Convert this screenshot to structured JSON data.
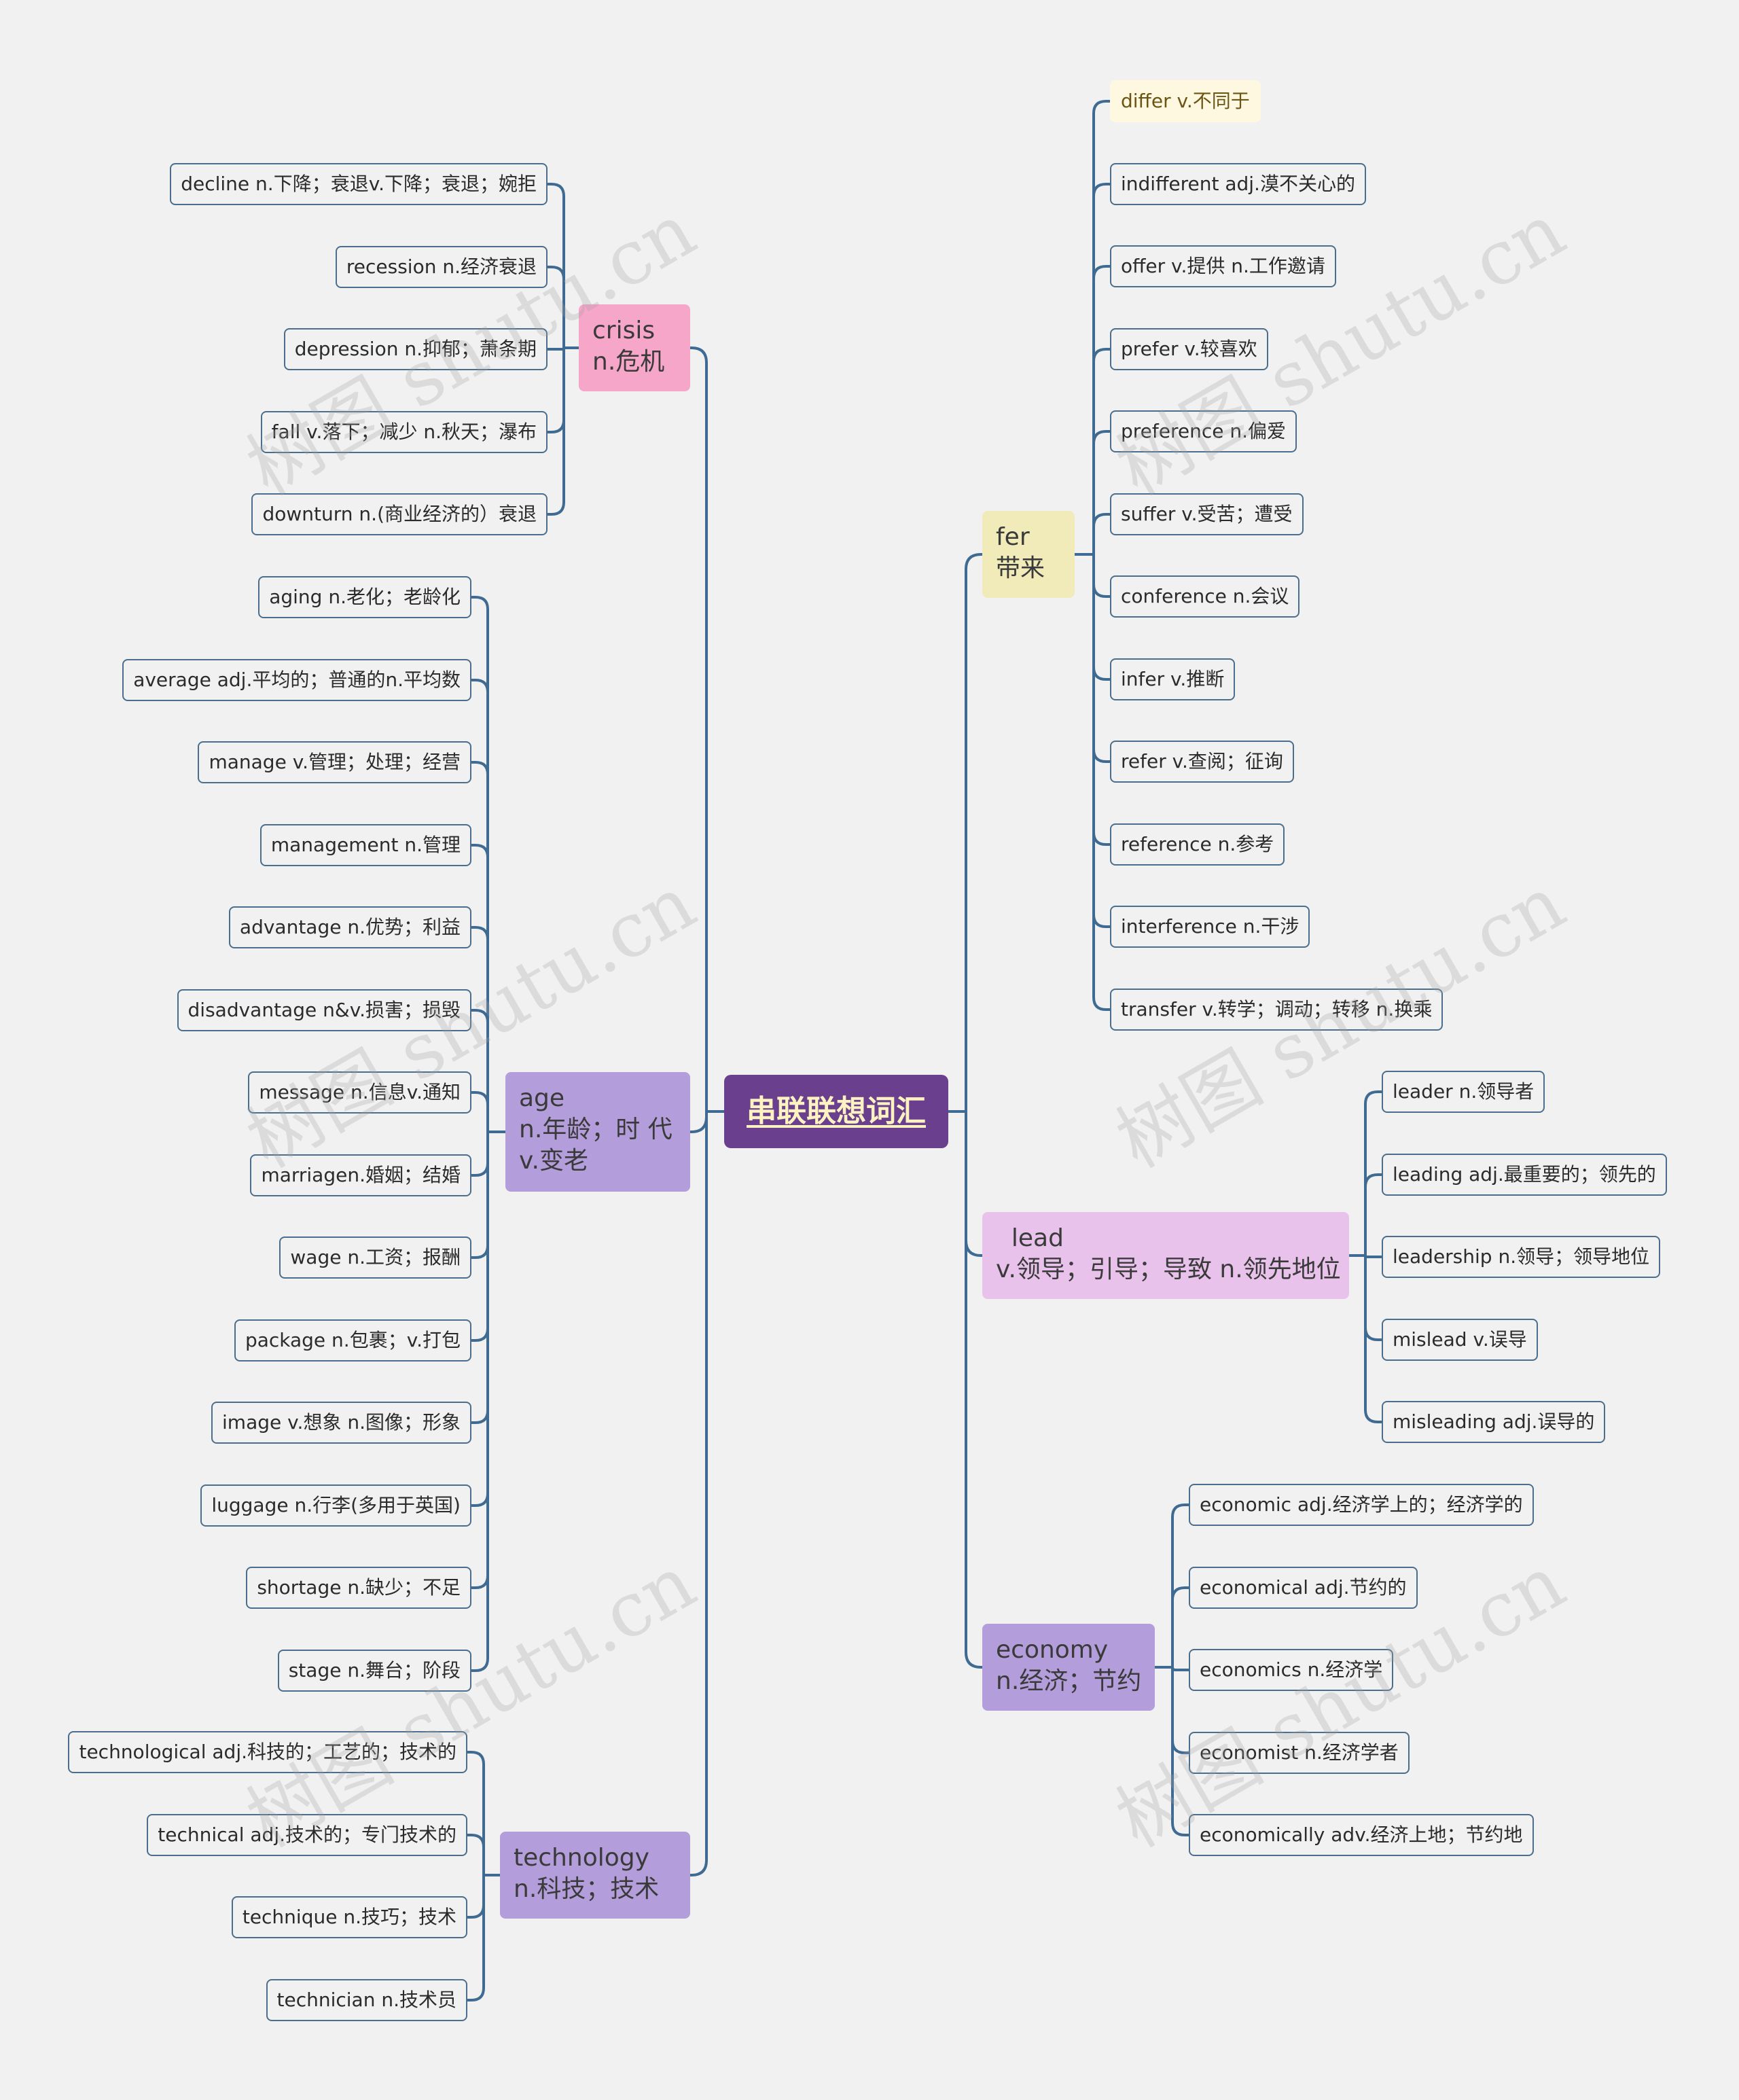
{
  "root": {
    "label": "串联联想词汇"
  },
  "watermark": "树图 shutu.cn",
  "colors": {
    "line": "#3f6b93",
    "root_bg": "#6a3f8e",
    "crisis_bg": "#f6a6c8",
    "age_bg": "#b39ddb",
    "technology_bg": "#b39ddb",
    "fer_bg": "#f0ebb8",
    "lead_bg": "#e8c2ea",
    "economy_bg": "#b39ddb"
  },
  "branches": [
    {
      "id": "crisis",
      "side": "left",
      "label": "crisis\nn.危机",
      "color_key": "crisis_bg",
      "items": [
        "decline  n.下降；衰退v.下降；衰退；婉拒",
        "recession  n.经济衰退",
        "depression n.抑郁；萧条期",
        "fall v.落下；减少 n.秋天；瀑布",
        "downturn  n.(商业经济的）衰退"
      ]
    },
    {
      "id": "age",
      "side": "left",
      "label": "age\nn.年龄；时 代\nv.变老",
      "color_key": "age_bg",
      "items": [
        "aging n.老化；老龄化",
        "average adj.平均的；普通的n.平均数",
        "manage v.管理；处理；经营",
        "management n.管理",
        "advantage n.优势；利益",
        "disadvantage n&v.损害；损毁",
        "message n.信息v.通知",
        "marriagen.婚姻；结婚",
        "wage n.工资；报酬",
        "package n.包裹；v.打包",
        "image v.想象 n.图像；形象",
        "luggage n.行李(多用于英国)",
        "shortage n.缺少；不足",
        "stage n.舞台；阶段"
      ]
    },
    {
      "id": "technology",
      "side": "left",
      "label": "technology\nn.科技；技术",
      "color_key": "technology_bg",
      "items": [
        "technological   adj.科技的；工艺的；技术的",
        "technical adj.技术的；专门技术的",
        "technique   n.技巧；技术",
        "technician n.技术员"
      ]
    },
    {
      "id": "fer",
      "side": "right",
      "label": "fer\n带来",
      "color_key": "fer_bg",
      "items": [
        "differ  v.不同于",
        "indifferent    adj.漠不关心的",
        "offer v.提供   n.工作邀请",
        "prefer v.较喜欢",
        "preference    n.偏爱",
        "suffer v.受苦；遭受",
        "conference n.会议",
        "infer  v.推断",
        "refer v.查阅；征询",
        "reference   n.参考",
        "interference n.干涉",
        "transfer v.转学；调动；转移 n.换乘"
      ]
    },
    {
      "id": "lead",
      "side": "right",
      "label": "  lead\nv.领导；引导；导致 n.领先地位",
      "color_key": "lead_bg",
      "items": [
        "leader n.领导者",
        "leading   adj.最重要的；领先的",
        "leadership n.领导；领导地位",
        "mislead v.误导",
        "misleading adj.误导的"
      ]
    },
    {
      "id": "economy",
      "side": "right",
      "label": "economy\nn.经济；节约",
      "color_key": "economy_bg",
      "items": [
        "economic adj.经济学上的；经济学的",
        "economical adj.节约的",
        "economics n.经济学",
        "economist n.经济学者",
        "economically adv.经济上地；节约地"
      ]
    }
  ]
}
